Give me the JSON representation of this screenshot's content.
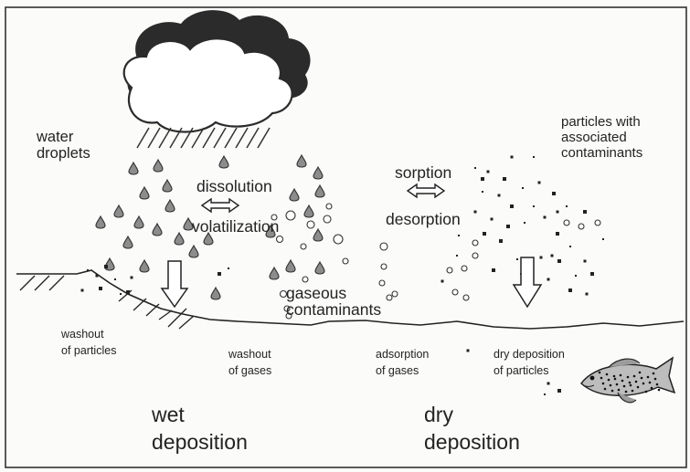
{
  "labels": {
    "water_droplets": [
      "water",
      "droplets"
    ],
    "dissolution": "dissolution",
    "volatilization": "volatilization",
    "sorption": "sorption",
    "desorption": "desorption",
    "particles_with_contaminants": [
      "particles with",
      "associated",
      "contaminants"
    ],
    "gaseous_contaminants": [
      "gaseous",
      "contaminants"
    ],
    "washout_particles": [
      "washout",
      "of particles"
    ],
    "washout_gases": [
      "washout",
      "of gases"
    ],
    "adsorption_gases": [
      "adsorption",
      "of gases"
    ],
    "dry_deposition_particles": [
      "dry deposition",
      "of particles"
    ],
    "wet_deposition": [
      "wet",
      "deposition"
    ],
    "dry_deposition": [
      "dry",
      "deposition"
    ]
  },
  "icons": [
    "cloud-icon",
    "rain-streaks",
    "double-arrow-icon",
    "down-arrow-icon",
    "fish-icon"
  ]
}
